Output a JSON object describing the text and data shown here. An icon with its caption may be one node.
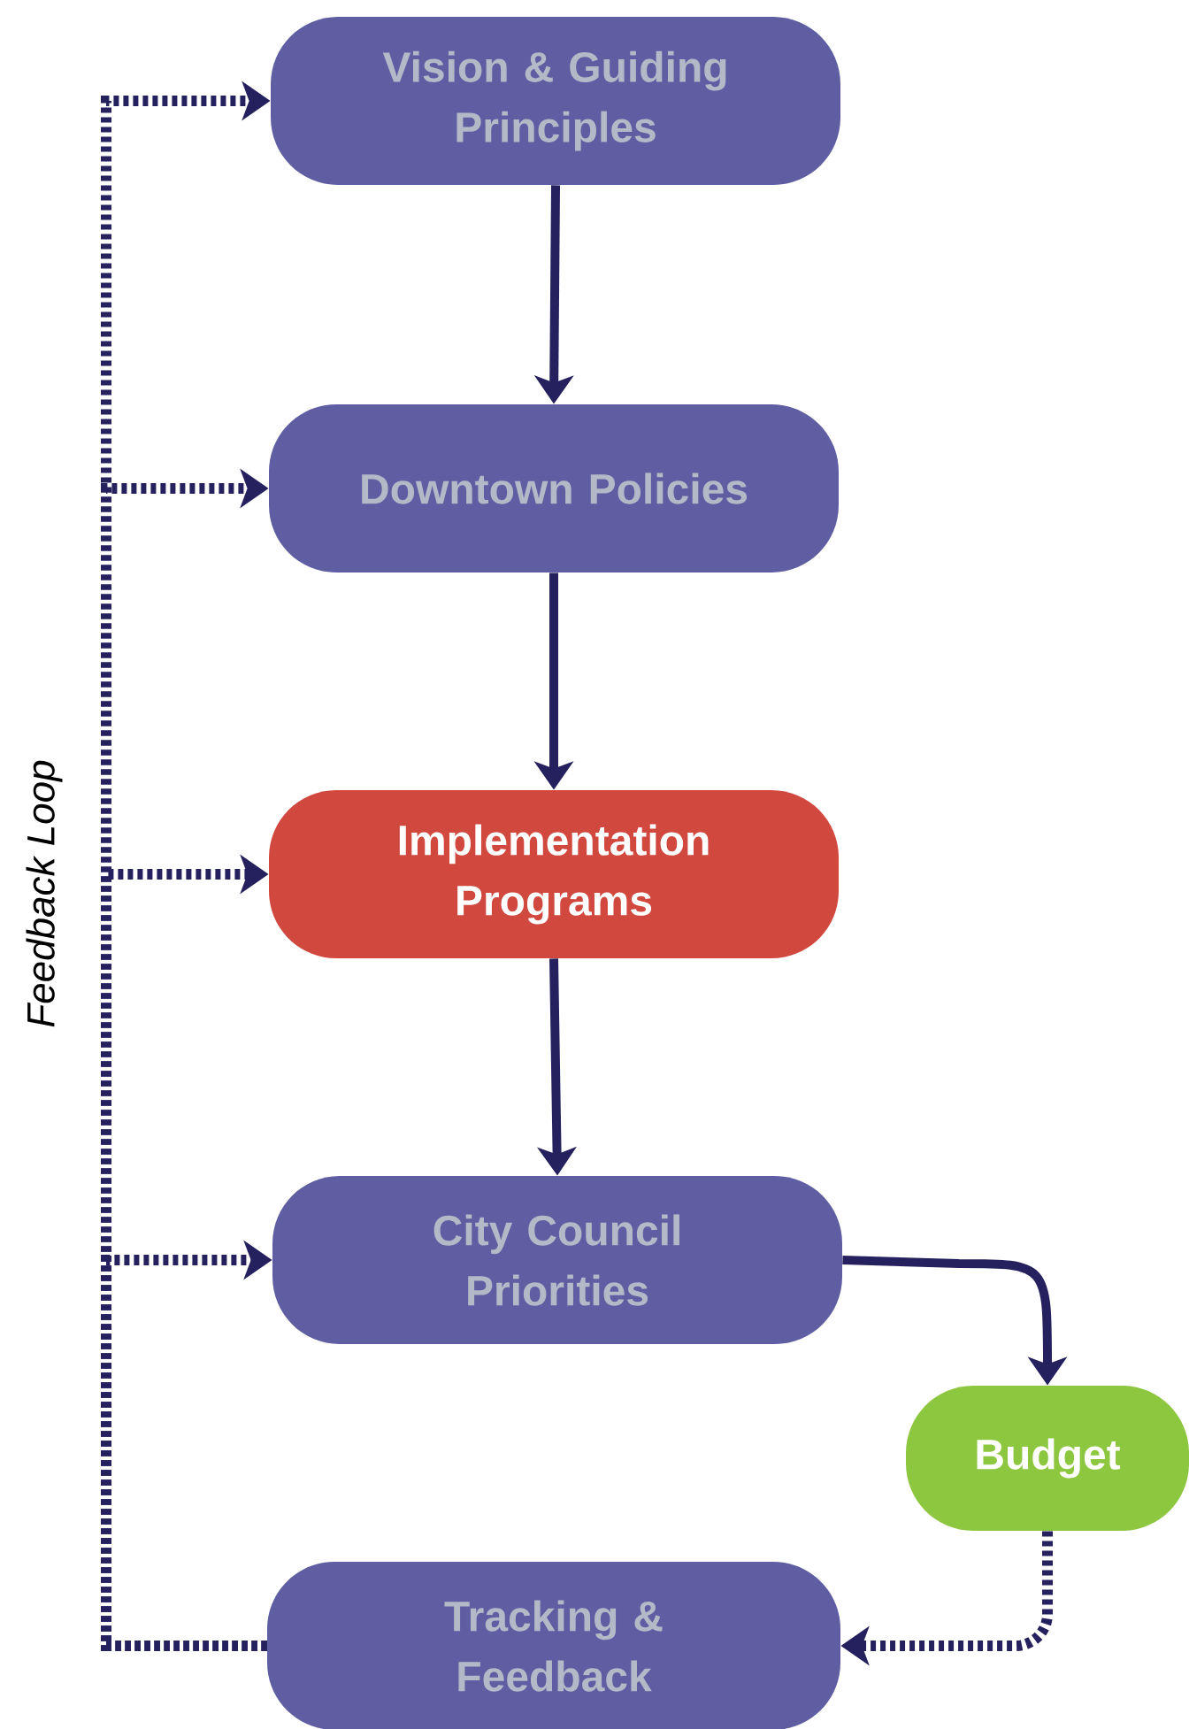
{
  "diagram": {
    "nodes": [
      {
        "text": [
          "Vision & Guiding Principles"
        ]
      },
      {
        "text": [
          "Downtown Policies"
        ]
      },
      {
        "text": [
          "Implementation Programs"
        ]
      },
      {
        "text": [
          "City Council Priorities"
        ]
      },
      {
        "text": [
          "Budget"
        ]
      },
      {
        "text": [
          "Tracking & Feedback"
        ]
      }
    ],
    "edges": [
      {
        "from": 0,
        "to": 1,
        "arrow": "to"
      },
      {
        "from": 1,
        "to": 2,
        "arrow": "to"
      },
      {
        "from": 2,
        "to": 3,
        "arrow": "to"
      },
      {
        "from": 3,
        "to": 4,
        "arrow": "to"
      },
      {
        "from": 4,
        "to": 5,
        "arrow": "to",
        "style": "dashed"
      },
      {
        "from": 5,
        "to": 0,
        "arrow": "to",
        "style": "dashed"
      },
      {
        "from": 5,
        "to": 1,
        "arrow": "to",
        "style": "dashed"
      },
      {
        "from": 5,
        "to": 2,
        "arrow": "to",
        "style": "dashed"
      },
      {
        "from": 5,
        "to": 3,
        "arrow": "to",
        "style": "dashed"
      }
    ],
    "labels": [
      "Feedback Loop"
    ]
  }
}
